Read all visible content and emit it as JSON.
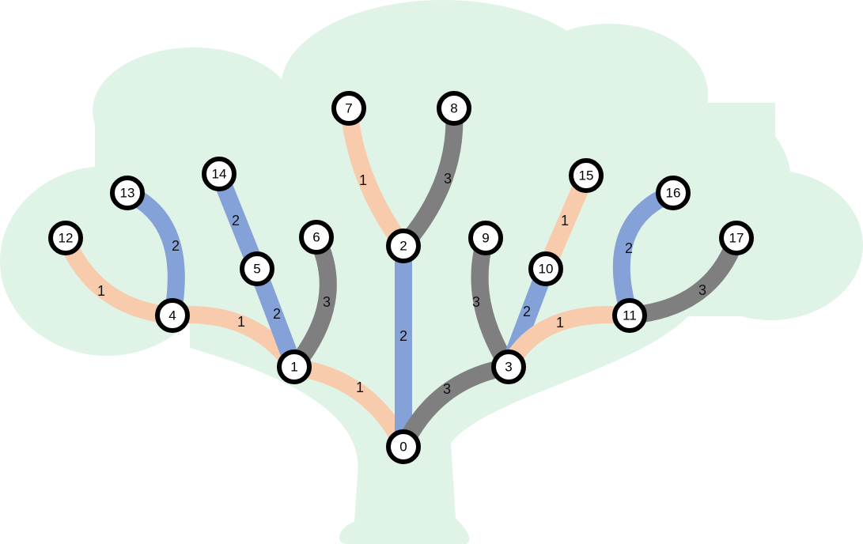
{
  "colors": {
    "weight_1": "#F8CBAD",
    "weight_2": "#84A2D8",
    "weight_3": "#7F7F7F",
    "tree": "#DFF3E7"
  },
  "nodes": [
    "0",
    "1",
    "2",
    "3",
    "4",
    "5",
    "6",
    "7",
    "8",
    "9",
    "10",
    "11",
    "12",
    "13",
    "14",
    "15",
    "16",
    "17"
  ],
  "edges": [
    {
      "from": 0,
      "to": 1,
      "weight": "1"
    },
    {
      "from": 0,
      "to": 2,
      "weight": "2"
    },
    {
      "from": 0,
      "to": 3,
      "weight": "3"
    },
    {
      "from": 1,
      "to": 4,
      "weight": "1"
    },
    {
      "from": 1,
      "to": 5,
      "weight": "2"
    },
    {
      "from": 1,
      "to": 6,
      "weight": "3"
    },
    {
      "from": 2,
      "to": 7,
      "weight": "1"
    },
    {
      "from": 2,
      "to": 8,
      "weight": "3"
    },
    {
      "from": 3,
      "to": 9,
      "weight": "3"
    },
    {
      "from": 3,
      "to": 10,
      "weight": "2"
    },
    {
      "from": 3,
      "to": 11,
      "weight": "1"
    },
    {
      "from": 4,
      "to": 12,
      "weight": "1"
    },
    {
      "from": 4,
      "to": 13,
      "weight": "2"
    },
    {
      "from": 5,
      "to": 14,
      "weight": "2"
    },
    {
      "from": 10,
      "to": 15,
      "weight": "1"
    },
    {
      "from": 11,
      "to": 16,
      "weight": "2"
    },
    {
      "from": 11,
      "to": 17,
      "weight": "3"
    }
  ]
}
